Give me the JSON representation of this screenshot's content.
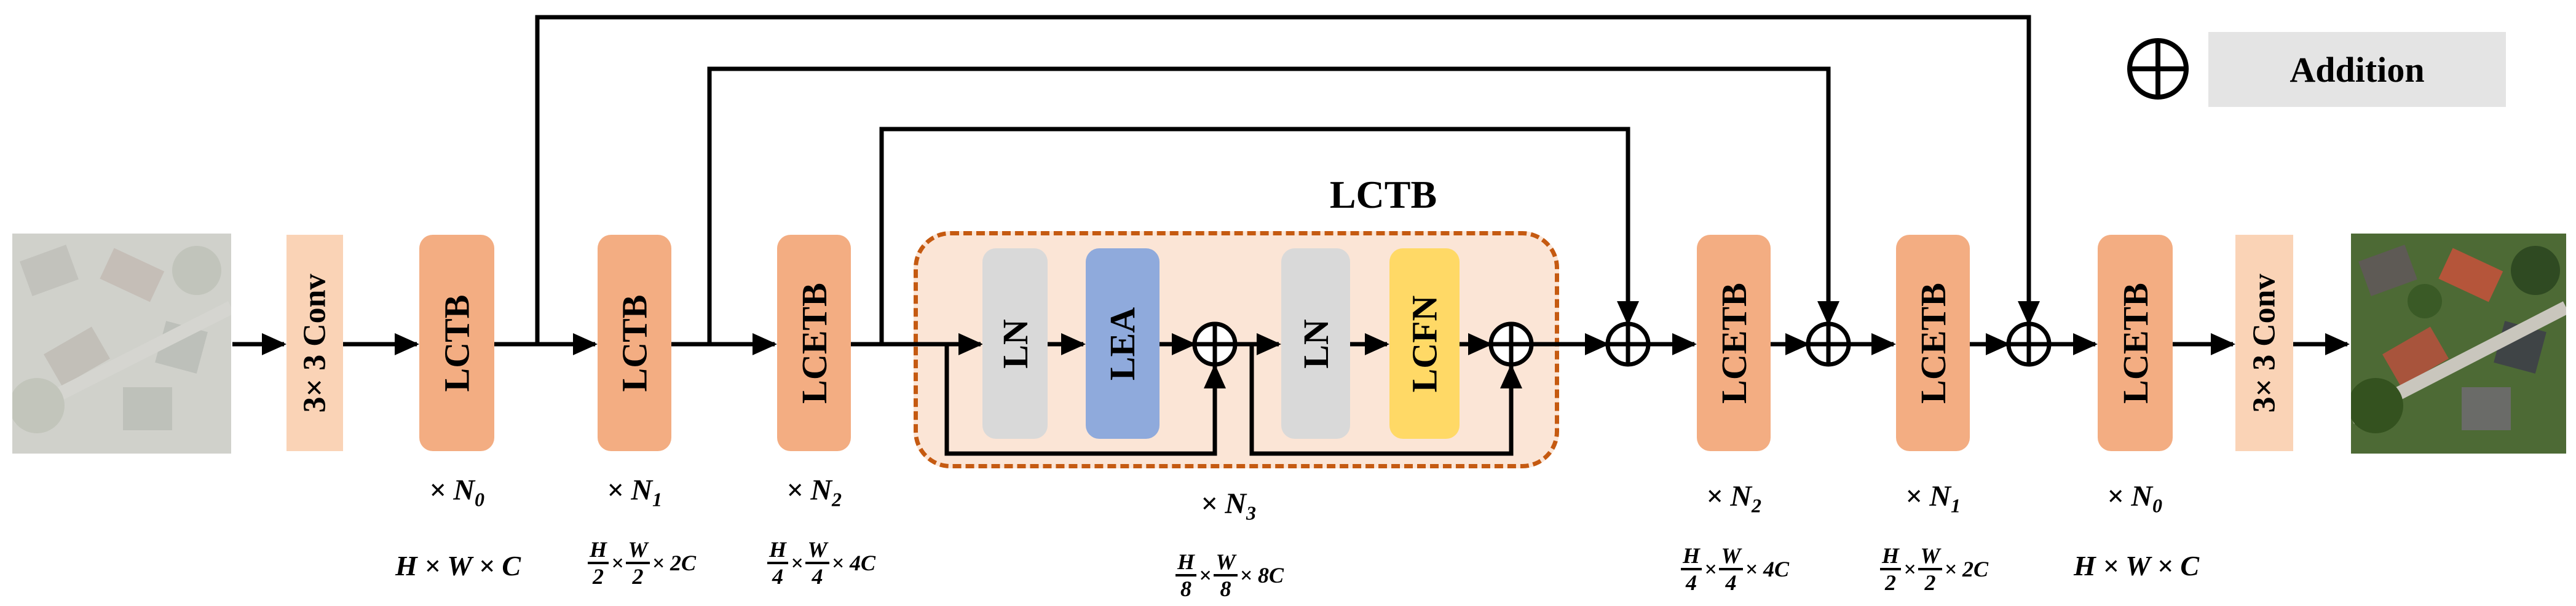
{
  "legend": {
    "label": "Addition"
  },
  "section_title": "LCTB",
  "blocks": {
    "conv_in": "3× 3 Conv",
    "enc1": "LCTB",
    "enc2": "LCTB",
    "enc3": "LCETB",
    "inner_ln1": "LN",
    "inner_lea": "LEA",
    "inner_ln2": "LN",
    "inner_lcfn": "LCFN",
    "dec3": "LCETB",
    "dec2": "LCETB",
    "dec1": "LCETB",
    "conv_out": "3× 3 Conv"
  },
  "repeats": {
    "enc1": {
      "sym": "N",
      "sub": "0"
    },
    "enc2": {
      "sym": "N",
      "sub": "1"
    },
    "enc3": {
      "sym": "N",
      "sub": "2"
    },
    "lctb": {
      "sym": "N",
      "sub": "3"
    },
    "dec3": {
      "sym": "N",
      "sub": "2"
    },
    "dec2": {
      "sym": "N",
      "sub": "1"
    },
    "dec1": {
      "sym": "N",
      "sub": "0"
    }
  },
  "dims": {
    "full": "H × W × C",
    "half": {
      "h_num": "H",
      "h_den": "2",
      "w_num": "W",
      "w_den": "2",
      "ch": "2C"
    },
    "quarter": {
      "h_num": "H",
      "h_den": "4",
      "w_num": "W",
      "w_den": "4",
      "ch": "4C"
    },
    "eighth": {
      "h_num": "H",
      "h_den": "8",
      "w_num": "W",
      "w_den": "8",
      "ch": "8C"
    }
  },
  "colors": {
    "encoder_block": "#f3ad82",
    "conv_block": "#fad3b6",
    "ln_block": "#d9d9d9",
    "lea_block": "#8faadc",
    "lcfn_block": "#ffd966",
    "lctb_frame": "#c55a11",
    "lctb_fill": "#fbe5d6"
  },
  "images": {
    "input": "hazy-aerial-image",
    "output": "clear-aerial-image"
  }
}
